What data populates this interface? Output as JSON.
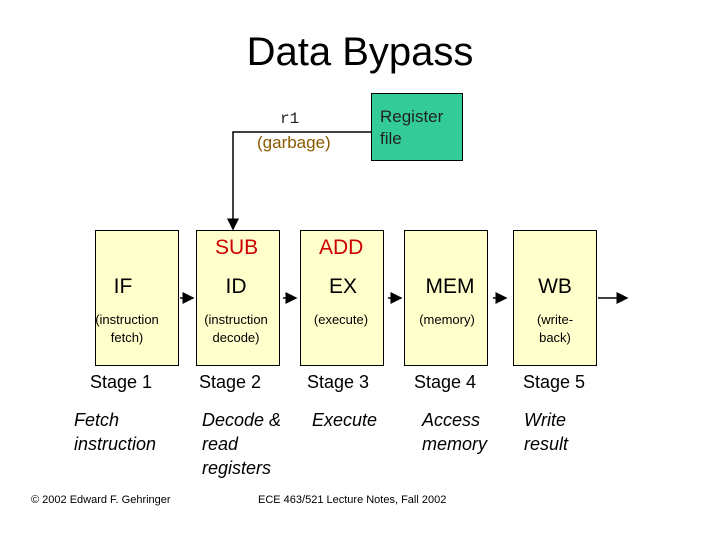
{
  "title": "Data Bypass",
  "register_file": {
    "line1": "Register",
    "line2": "file"
  },
  "bypass": {
    "register": "r1",
    "value": "(garbage)"
  },
  "ops": {
    "id_op": "SUB",
    "ex_op": "ADD"
  },
  "stages": [
    {
      "name": "IF",
      "desc1": "(instruction",
      "desc2": "fetch)",
      "stage": "Stage 1",
      "action1": "Fetch",
      "action2": "instruction",
      "action3": ""
    },
    {
      "name": "ID",
      "desc1": "(instruction",
      "desc2": "decode)",
      "stage": "Stage 2",
      "action1": "Decode &",
      "action2": "read",
      "action3": "registers"
    },
    {
      "name": "EX",
      "desc1": "(execute)",
      "desc2": "",
      "stage": "Stage 3",
      "action1": "Execute",
      "action2": "",
      "action3": ""
    },
    {
      "name": "MEM",
      "desc1": "(memory)",
      "desc2": "",
      "stage": "Stage 4",
      "action1": "Access",
      "action2": "memory",
      "action3": ""
    },
    {
      "name": "WB",
      "desc1": "(write-",
      "desc2": "back)",
      "stage": "Stage 5",
      "action1": "Write",
      "action2": "result",
      "action3": ""
    }
  ],
  "footer": {
    "copyright": "© 2002 Edward F. Gehringer",
    "course": "ECE 463/521 Lecture Notes, Fall 2002"
  },
  "colors": {
    "stage_fill": "#ffffcc",
    "register_fill": "#33cc99",
    "op_text": "#cc0000"
  }
}
